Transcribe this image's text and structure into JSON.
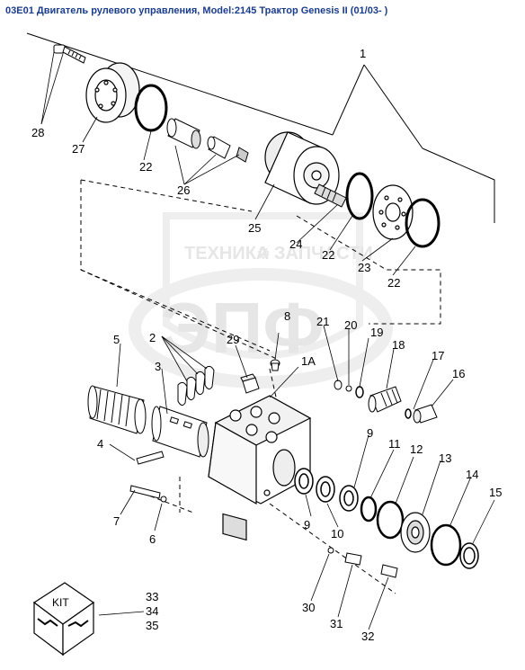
{
  "header": {
    "title": "03E01 Двигатель рулевого управления, Model:2145 Трактор Genesis II (01/03- )"
  },
  "watermark": {
    "brand_left": "ТЕХНИКА",
    "brand_right": "ЗАПЧАСТИ",
    "logo": "ЭПФ"
  },
  "kit_box": {
    "label": "KIT"
  },
  "callouts": [
    "1",
    "1A",
    "2",
    "3",
    "4",
    "5",
    "6",
    "7",
    "8",
    "9",
    "9",
    "10",
    "11",
    "12",
    "13",
    "14",
    "15",
    "16",
    "17",
    "18",
    "19",
    "20",
    "21",
    "22",
    "22",
    "22",
    "23",
    "24",
    "25",
    "26",
    "27",
    "28",
    "29",
    "30",
    "31",
    "32",
    "33",
    "34",
    "35"
  ],
  "colors": {
    "title": "#1a3c8c",
    "line": "#000000",
    "watermark": "#e6e6e6"
  }
}
